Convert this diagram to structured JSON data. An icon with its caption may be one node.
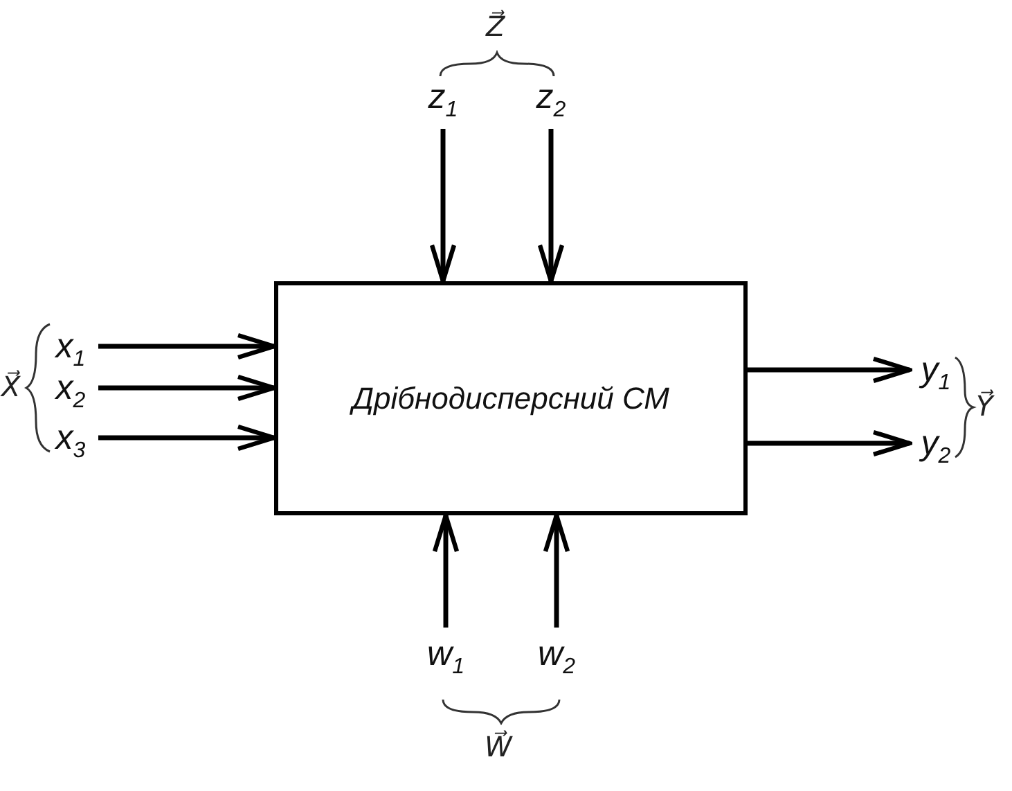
{
  "diagram": {
    "nodes": [
      {
        "text": [
          "z$_{1}$"
        ]
      },
      {
        "text": [
          "z$_{2}$"
        ]
      },
      {
        "text": [
          "x$_{1}$"
        ]
      },
      {
        "text": [
          "x$_{2}$"
        ]
      },
      {
        "text": [
          "x$_{3}$"
        ]
      },
      {
        "text": [
          "Дрібнодисперсний СМ"
        ]
      },
      {
        "text": [
          "y$_{1}$"
        ]
      },
      {
        "text": [
          "y$_{2}$"
        ]
      },
      {
        "text": [
          "w$_{1}$"
        ]
      },
      {
        "text": [
          "w$_{2}$"
        ]
      }
    ],
    "edges": [
      {
        "from": 0,
        "to": 5,
        "arrow": "to"
      },
      {
        "from": 1,
        "to": 5,
        "arrow": "to"
      },
      {
        "from": 2,
        "to": 5,
        "arrow": "to"
      },
      {
        "from": 3,
        "to": 5,
        "arrow": "to"
      },
      {
        "from": 4,
        "to": 5,
        "arrow": "to"
      },
      {
        "from": 5,
        "to": 6,
        "arrow": "to"
      },
      {
        "from": 5,
        "to": 7,
        "arrow": "to"
      },
      {
        "from": 8,
        "to": 5,
        "arrow": "to"
      },
      {
        "from": 9,
        "to": 5,
        "arrow": "to"
      }
    ],
    "labels": [
      "Z⃗",
      "X⃗",
      "Y⃗",
      "W⃗"
    ]
  }
}
